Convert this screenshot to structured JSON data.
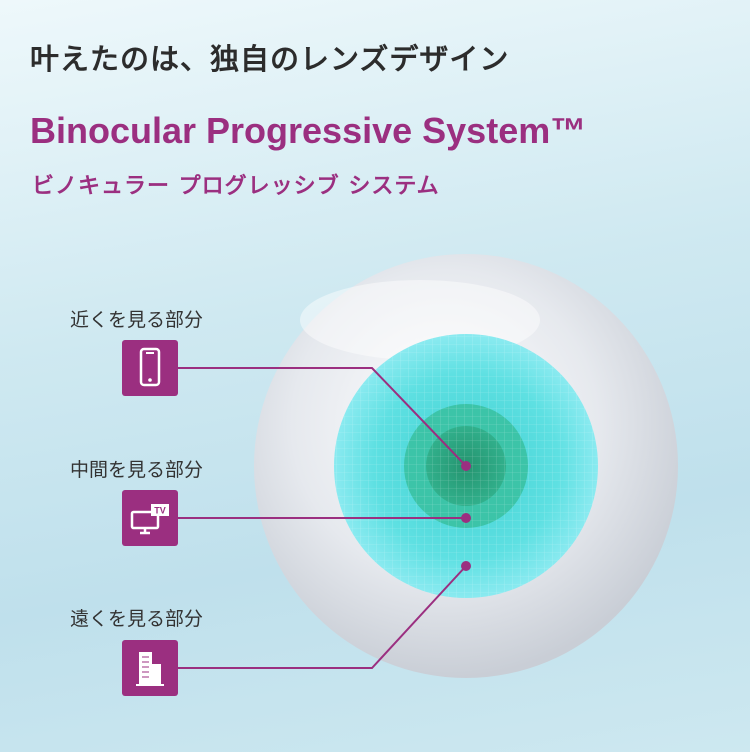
{
  "headline": "叶えたのは、独自のレンズデザイン",
  "brand": {
    "name_en": "Binocular Progressive System™",
    "name_jp": "ビノキュラー プログレッシブ システム"
  },
  "zones": [
    {
      "label": "近くを見る部分",
      "icon": "smartphone-icon"
    },
    {
      "label": "中間を見る部分",
      "icon": "tv-icon",
      "icon_text": "TV"
    },
    {
      "label": "遠くを見る部分",
      "icon": "building-icon"
    }
  ],
  "colors": {
    "accent": "#9b2f80",
    "lens_outer": "#e8ecf1",
    "lens_cyan": "#4fd6da",
    "lens_center": "#2a9f8a"
  }
}
